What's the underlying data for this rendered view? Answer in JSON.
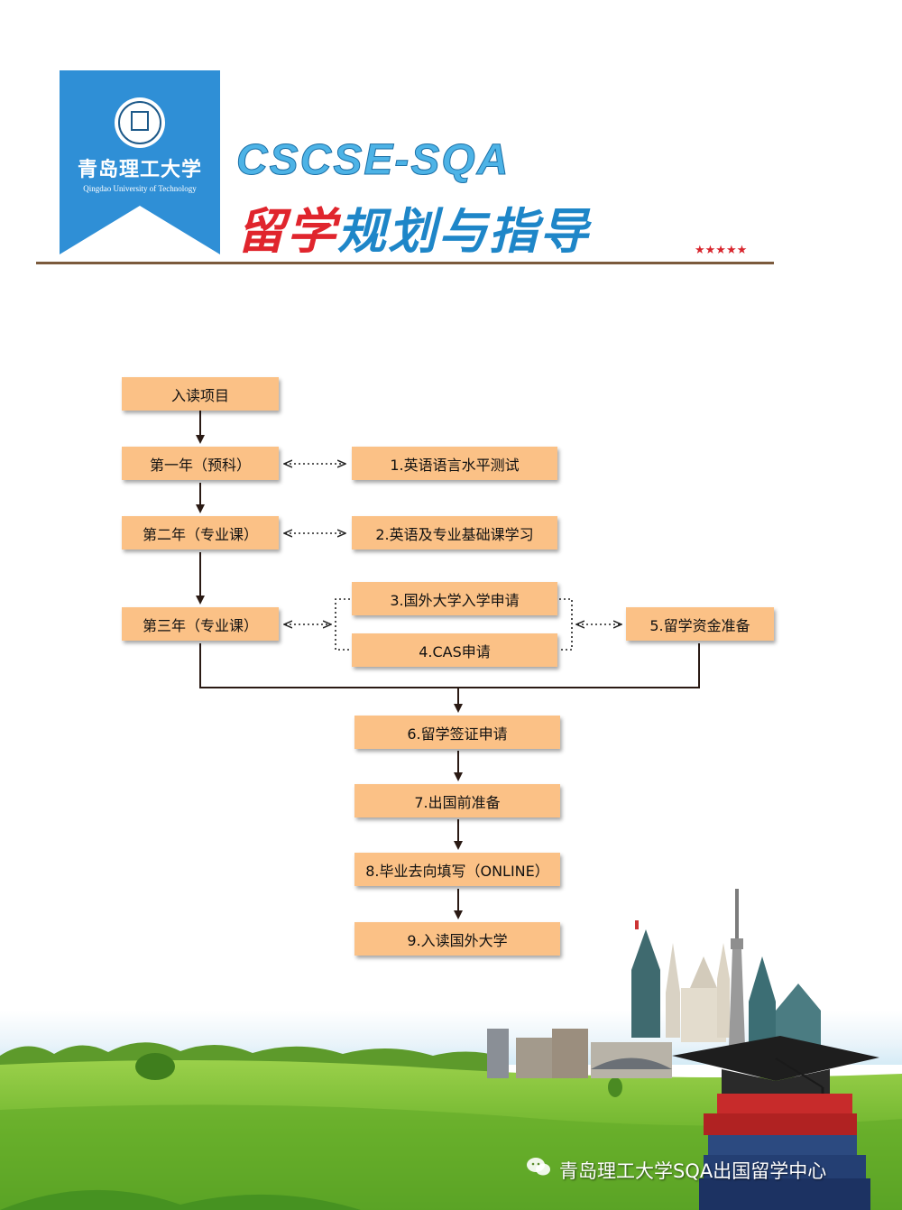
{
  "header": {
    "logo_cn": "青岛理工大学",
    "logo_en": "Qingdao University of Technology",
    "title_line1": "CSCSE-SQA",
    "title_line2_red": "留学",
    "title_line2_blue": "规划与指导",
    "stars": "★★★★★"
  },
  "flow": {
    "start": "入读项目",
    "year1": "第一年（预科）",
    "year2": "第二年（专业课）",
    "year3": "第三年（专业课）",
    "step1": "1.英语语言水平测试",
    "step2": "2.英语及专业基础课学习",
    "step3": "3.国外大学入学申请",
    "step4": "4.CAS申请",
    "step5": "5.留学资金准备",
    "step6": "6.留学签证申请",
    "step7": "7.出国前准备",
    "step8": "8.毕业去向填写（ONLINE）",
    "step9": "9.入读国外大学"
  },
  "footer": {
    "watermark": "青岛理工大学SQA出国留学中心"
  },
  "colors": {
    "box_fill": "#fbc186",
    "banner_blue": "#2f8fd6",
    "title_red": "#e0252d",
    "title_blue": "#1e86c8",
    "grass": "#7cc03a",
    "sky": "#cfe6f4"
  }
}
